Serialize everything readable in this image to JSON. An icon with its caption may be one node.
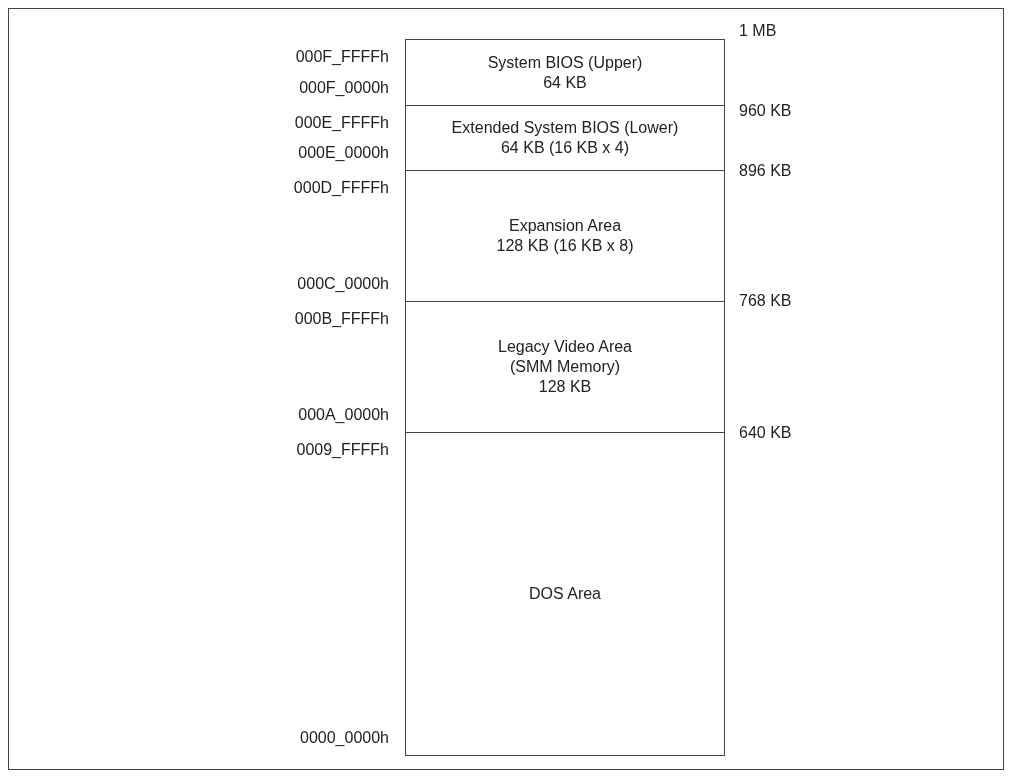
{
  "diagram": {
    "nodes": [
      {
        "text": [
          "System BIOS (Upper)",
          "64 KB"
        ],
        "beside": [
          "000F_FFFFh",
          "000F_0000h"
        ]
      },
      {
        "text": [
          "Extended System BIOS (Lower)",
          "64 KB (16 KB x 4)"
        ],
        "beside": [
          "000E_FFFFh",
          "000E_0000h"
        ]
      },
      {
        "text": [
          "Expansion Area",
          "128 KB (16 KB x 8)"
        ],
        "beside": [
          "000D_FFFFh",
          "000C_0000h"
        ]
      },
      {
        "text": [
          "Legacy Video Area",
          "(SMM Memory)",
          "128 KB"
        ],
        "beside": [
          "000B_FFFFh",
          "000A_0000h"
        ]
      },
      {
        "text": [
          "DOS Area"
        ],
        "beside": [
          "0009_FFFFh",
          "0000_0000h"
        ]
      }
    ],
    "labels": [
      "1 MB",
      "960 KB",
      "896 KB",
      "768 KB",
      "640 KB"
    ]
  }
}
